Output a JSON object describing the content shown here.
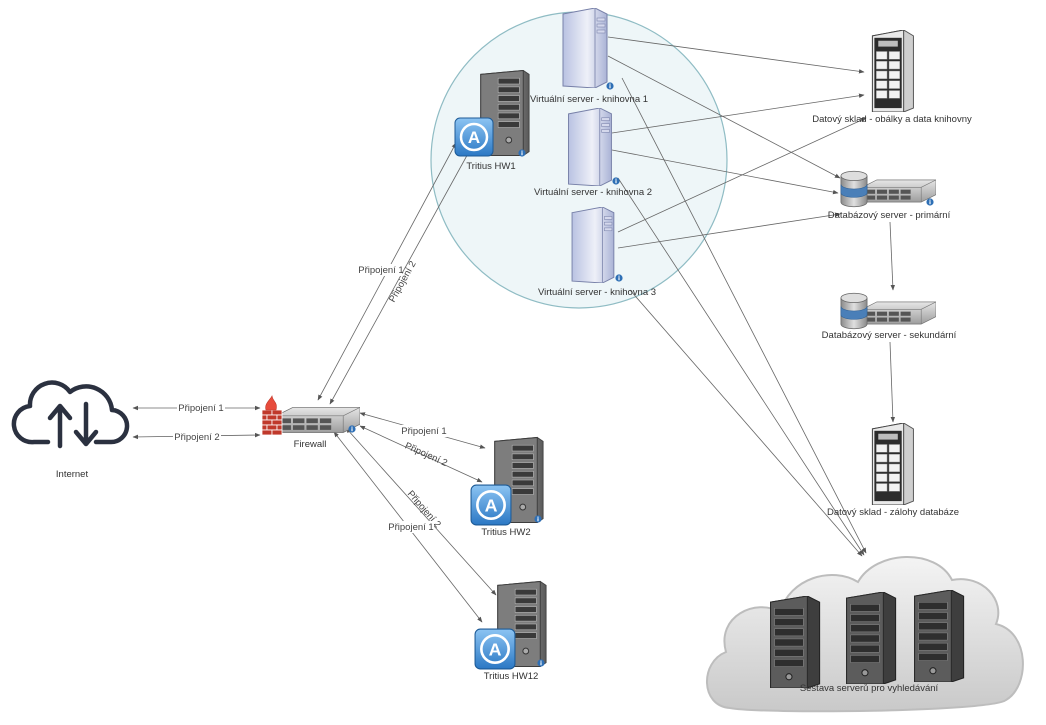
{
  "diagram": {
    "colors": {
      "virtual_cluster_fill": "#eef6f8",
      "virtual_cluster_stroke": "#8fbcc4",
      "edge": "#666666",
      "server_dark": "#4a4a4a",
      "server_light": "#c9d0e8",
      "tritius_badge": "#3b8fd9",
      "firewall_red": "#c0392b",
      "db_blue": "#4a7fb8",
      "cloud_grey": "#d6d6d6"
    },
    "nodes": {
      "internet": "Internet",
      "firewall": "Firewall",
      "tritius_hw1": "Tritius HW1",
      "tritius_hw2": "Tritius HW2",
      "tritius_hw12": "Tritius HW12",
      "vs1": "Virtuální server - knihovna 1",
      "vs2": "Virtuální server - knihovna 2",
      "vs3": "Virtuální server - knihovna 3",
      "storage_covers": "Datový sklad - obálky a data knihovny",
      "db_primary": "Databázový server - primární",
      "db_secondary": "Databázový server - sekundární",
      "storage_backup": "Datový sklad - zálohy databáze",
      "search_cluster": "Sestava serverů pro vyhledávání"
    },
    "edge_labels": {
      "inet_fw_1": "Připojení 1",
      "inet_fw_2": "Připojení 2",
      "fw_hw1_1": "Připojení 1",
      "fw_hw1_2": "Připojení 2",
      "fw_hw2_1": "Připojení 1",
      "fw_hw2_2": "Připojení 2",
      "fw_hw12_1": "Připojení 1",
      "fw_hw12_2": "Připojení 2"
    },
    "icons": {
      "internet": "cloud-upload-download-icon",
      "firewall": "firewall-server-icon",
      "tritius": "tritius-server-icon",
      "virtual_server": "virtual-server-icon",
      "storage": "storage-array-icon",
      "database": "database-server-icon",
      "search_cluster": "server-cloud-icon",
      "info": "info-icon"
    }
  }
}
